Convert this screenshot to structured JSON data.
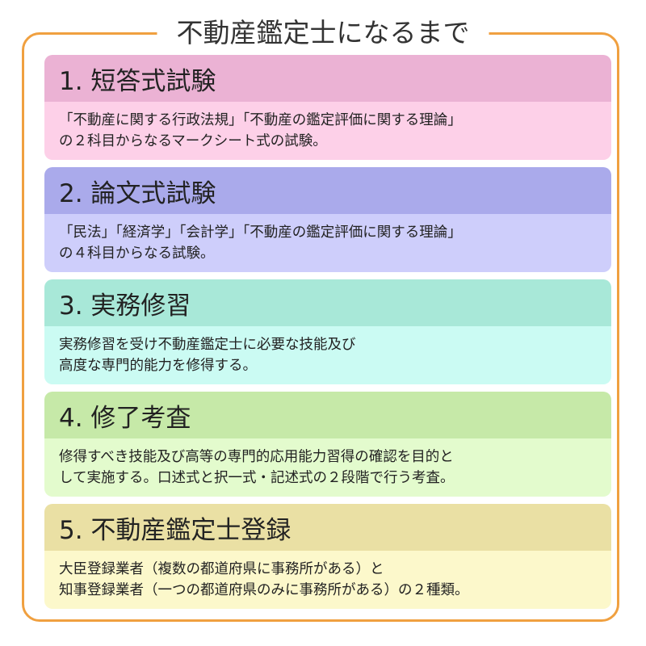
{
  "title": "不動産鑑定士になるまで",
  "accent_color": "#f0a040",
  "steps": [
    {
      "heading": "1. 短答式試験",
      "lines": [
        "「不動産に関する行政法規」「不動産の鑑定評価に関する理論」",
        "の２科目からなるマークシート式の試験。"
      ],
      "head_color": "#ebb2d4",
      "body_color": "#fdd0e8"
    },
    {
      "heading": "2. 論文式試験",
      "lines": [
        "「民法」「経済学」「会計学」「不動産の鑑定評価に関する理論」",
        "の４科目からなる試験。"
      ],
      "head_color": "#aaaaeb",
      "body_color": "#cecefb"
    },
    {
      "heading": "3. 実務修習",
      "lines": [
        "実務修習を受け不動産鑑定士に必要な技能及び",
        "高度な専門的能力を修得する。"
      ],
      "head_color": "#a8e8d8",
      "body_color": "#cbfbf3"
    },
    {
      "heading": "4. 修了考査",
      "lines": [
        "修得すべき技能及び高等の専門的応用能力習得の確認を目的と",
        "して実施する。口述式と択一式・記述式の２段階で行う考査。"
      ],
      "head_color": "#c6e9a8",
      "body_color": "#e3fbcd"
    },
    {
      "heading": "5. 不動産鑑定士登録",
      "lines": [
        "大臣登録業者（複数の都道府県に事務所がある）と",
        "知事登録業者（一つの都道府県のみに事務所がある）の２種類。"
      ],
      "head_color": "#eae0a4",
      "body_color": "#fcf8cb"
    }
  ]
}
